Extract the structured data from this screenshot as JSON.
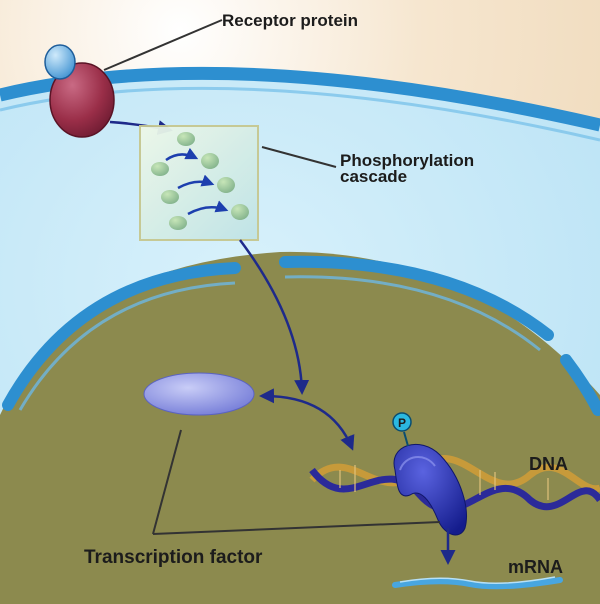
{
  "labels": {
    "receptor": "Receptor protein",
    "cascade_line1": "Phosphorylation",
    "cascade_line2": "cascade",
    "dna": "DNA",
    "mrna": "mRNA",
    "transcription_factor": "Transcription factor",
    "phosphate": "P"
  },
  "colors": {
    "background": "#f1dcc0",
    "cytoplasm": "#c9e9f7",
    "membrane": "#2d8fd0",
    "nucleus": "#8c8a4e",
    "receptor_body": "#a0324b",
    "receptor_cap": "#4a9fd8",
    "cascade_box": "#d6edd8",
    "dna_strand_a": "#2b2a9a",
    "dna_strand_b": "#c79a3a",
    "transcription_factor": "#1f2ab0",
    "phosphate": "#2bb8e0",
    "mrna": "#48a6e0"
  }
}
